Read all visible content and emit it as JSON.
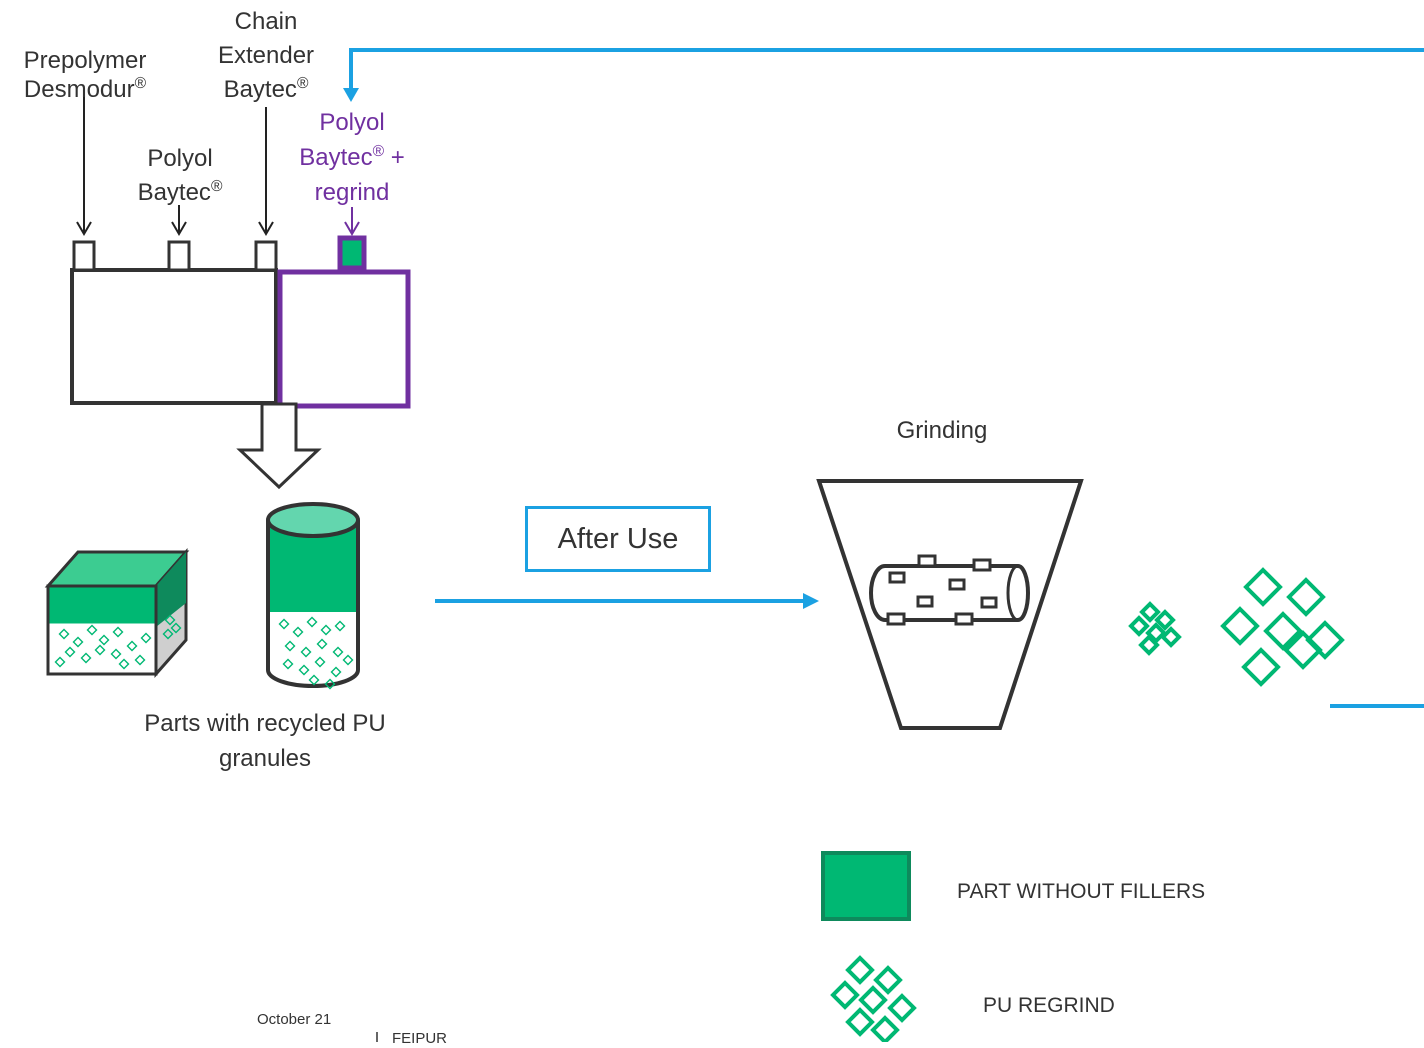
{
  "colors": {
    "green": "#00b873",
    "green_dark": "#0e8a5c",
    "green_light": "#63d6ae",
    "purple": "#7030a0",
    "blue": "#1ba1e2",
    "outline": "#333333"
  },
  "inputs": {
    "prepolymer": {
      "line1": "Prepolymer",
      "line2": "Desmodur",
      "mark": "®"
    },
    "chain_extender": {
      "line1": "Chain",
      "line2": "Extender",
      "line3": "Baytec",
      "mark": "®"
    },
    "polyol": {
      "line1": "Polyol",
      "line2": "Baytec",
      "mark": "®"
    },
    "polyol_regrind": {
      "line1": "Polyol",
      "line2": "Baytec",
      "mark": "®",
      "suffix": " +",
      "line3": "regrind"
    }
  },
  "parts_label": {
    "line1": "Parts with recycled PU",
    "line2": "granules"
  },
  "after_use_label": "After Use",
  "grinding_label": "Grinding",
  "legend": {
    "part_without_fillers": "PART WITHOUT FILLERS",
    "pu_regrind": "PU REGRIND"
  },
  "footer": {
    "date": "October 21",
    "org": "FEIPUR"
  }
}
